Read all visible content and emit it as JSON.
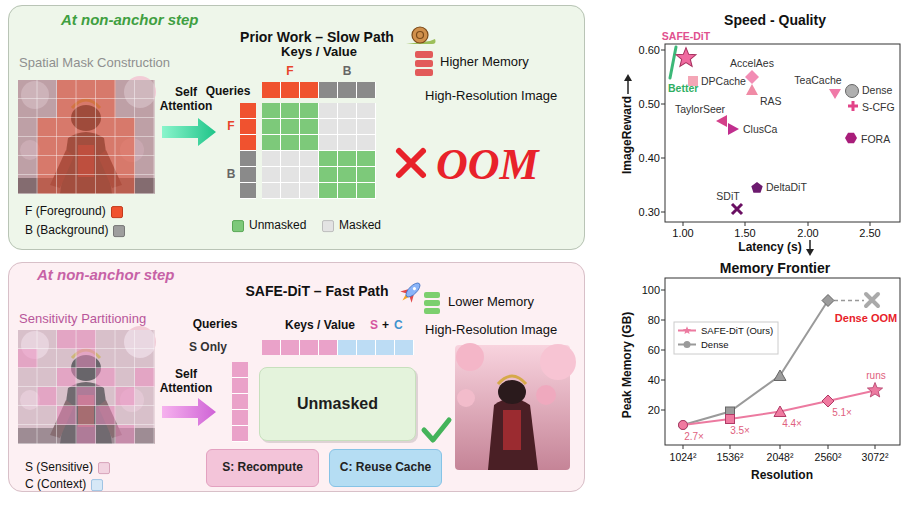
{
  "diagram": {
    "nodes": [
      {
        "text": [
          "At non-anchor step",
          "Prior Work – Slow Path",
          "Spatial Mask Construction"
        ]
      },
      {
        "text": [
          "At non-anchor step",
          "SAFE-DiT – Fast Path",
          "Sensitivity Partitioning"
        ]
      },
      {
        "text": [
          "Unmasked"
        ],
        "in": 1
      },
      {
        "text": [
          "S: Recompute"
        ],
        "in": 1
      },
      {
        "text": [
          "C: Reuse Cache"
        ],
        "in": 1
      }
    ],
    "labels": [
      "Keys / Value",
      "F",
      "B",
      "Queries",
      "F",
      "B",
      "Self Attention",
      "Higher Memory",
      "High-Resolution Image",
      "OOM",
      "Queries",
      "Keys / Value",
      "S",
      "+",
      "C",
      "S Only",
      "Self Attention",
      "Lower Memory",
      "High-Resolution Image",
      "Speed - Quality",
      "ImageReward",
      "Latency (s)",
      "0.60",
      "0.50",
      "0.40",
      "0.30",
      "1.00",
      "1.50",
      "2.00",
      "2.50",
      "SAFE-DiT",
      "Better",
      "DPCache",
      "AccelAes",
      "RAS",
      "TeaCache",
      "Dense",
      "S-CFG",
      "TaylorSeer",
      "ClusCa",
      "FORA",
      "DeltaDiT",
      "SDiT",
      "Memory Frontier",
      "Peak Memory (GB)",
      "Resolution",
      "100",
      "80",
      "60",
      "40",
      "20",
      "1024²",
      "1536²",
      "2048²",
      "2560²",
      "3072²",
      "Dense OOM",
      "2.7×",
      "3.5×",
      "4.4×",
      "5.1×",
      "runs"
    ],
    "legend": [
      {
        "text": "F (Foreground)",
        "color": "#f0522f"
      },
      {
        "text": "B (Background)",
        "color": "#9e9e9e"
      },
      {
        "text": "Unmasked",
        "color": "#7dc97a"
      },
      {
        "text": "Masked",
        "color": "#e3e3e3"
      },
      {
        "text": "S (Sensitive)",
        "color": "#f2d3e0"
      },
      {
        "text": "C (Context)",
        "color": "#d6e8f7"
      },
      {
        "text": "SAFE-DiT (Ours)"
      },
      {
        "text": "Dense"
      }
    ]
  }
}
